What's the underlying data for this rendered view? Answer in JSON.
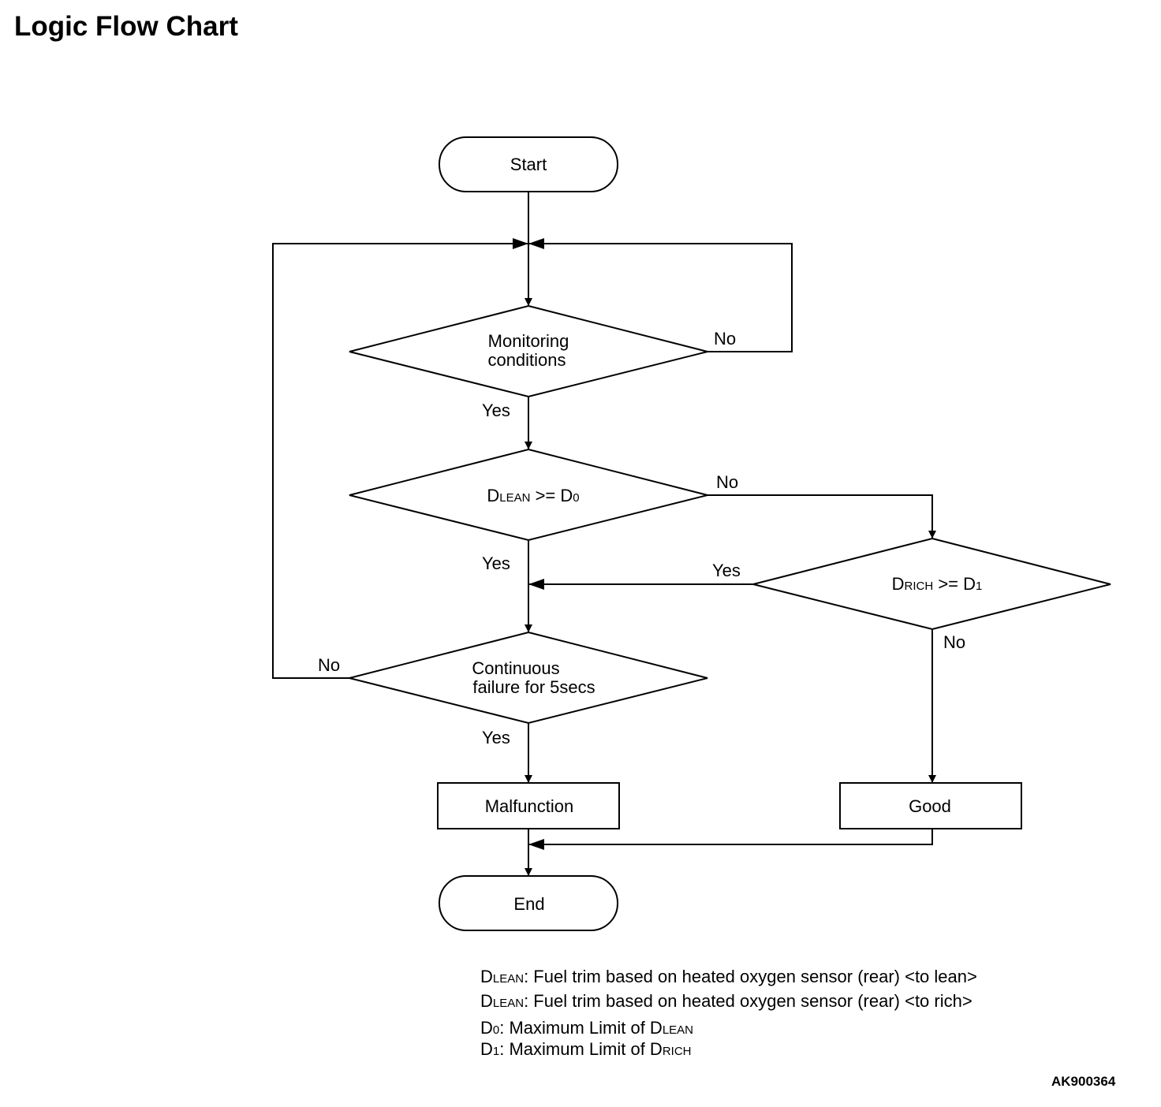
{
  "title": "Logic Flow Chart",
  "figure_code": "AK900364",
  "nodes": {
    "start": "Start",
    "monitoring_line1": "Monitoring",
    "monitoring_line2": "conditions",
    "dlean_main": "D",
    "dlean_sub": "LEAN",
    "dlean_op": " >= D",
    "dlean_op_sub": "0",
    "drich_main": "D",
    "drich_sub": "RICH",
    "drich_op": " >= D",
    "drich_op_sub": "1",
    "continuous_line1": "Continuous",
    "continuous_line2": "failure for 5secs",
    "malfunction": "Malfunction",
    "good": "Good",
    "end": "End"
  },
  "branch_labels": {
    "monitoring_no": "No",
    "monitoring_yes": "Yes",
    "dlean_no": "No",
    "dlean_yes": "Yes",
    "drich_yes": "Yes",
    "drich_no": "No",
    "continuous_no": "No",
    "continuous_yes": "Yes"
  },
  "legend": [
    {
      "main": "D",
      "sub": "LEAN",
      "text": ": Fuel trim based on heated oxygen sensor (rear) <to lean>"
    },
    {
      "main": "D",
      "sub": "LEAN",
      "text": ": Fuel trim based on heated oxygen sensor (rear) <to rich>"
    },
    {
      "main": "D",
      "sub": "0",
      "text": ": Maximum Limit of D",
      "tail_sub": "LEAN"
    },
    {
      "main": "D",
      "sub": "1",
      "text": ": Maximum Limit of D",
      "tail_sub": "RICH"
    }
  ],
  "colors": {
    "line": "#000000",
    "background": "#ffffff"
  }
}
